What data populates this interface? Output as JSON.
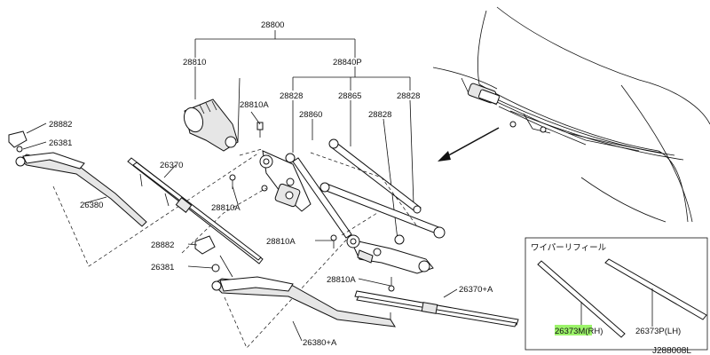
{
  "labels": {
    "p28800": "28800",
    "p28810": "28810",
    "p28840P": "28840P",
    "p28828a": "28828",
    "p28865": "28865",
    "p28828b": "28828",
    "p28810A_top": "28810A",
    "p28860": "28860",
    "p28828c": "28828",
    "p28882_top": "28882",
    "p26381_top": "26381",
    "p26370": "26370",
    "p26380": "26380",
    "p28810A_mid": "28810A",
    "p28882_bot": "28882",
    "p26381_bot": "26381",
    "p28810A_low": "28810A",
    "p28810A_bot": "28810A",
    "p26370A": "26370+A",
    "p26380A": "26380+A",
    "refill_title": "ワイパーリフィール",
    "p26373M": "26373M(RH)",
    "p26373P": "26373P(LH)",
    "ref_code": "J288008L"
  },
  "colors": {
    "line": "#111111",
    "highlight": "#9cf36a",
    "background": "#ffffff"
  }
}
